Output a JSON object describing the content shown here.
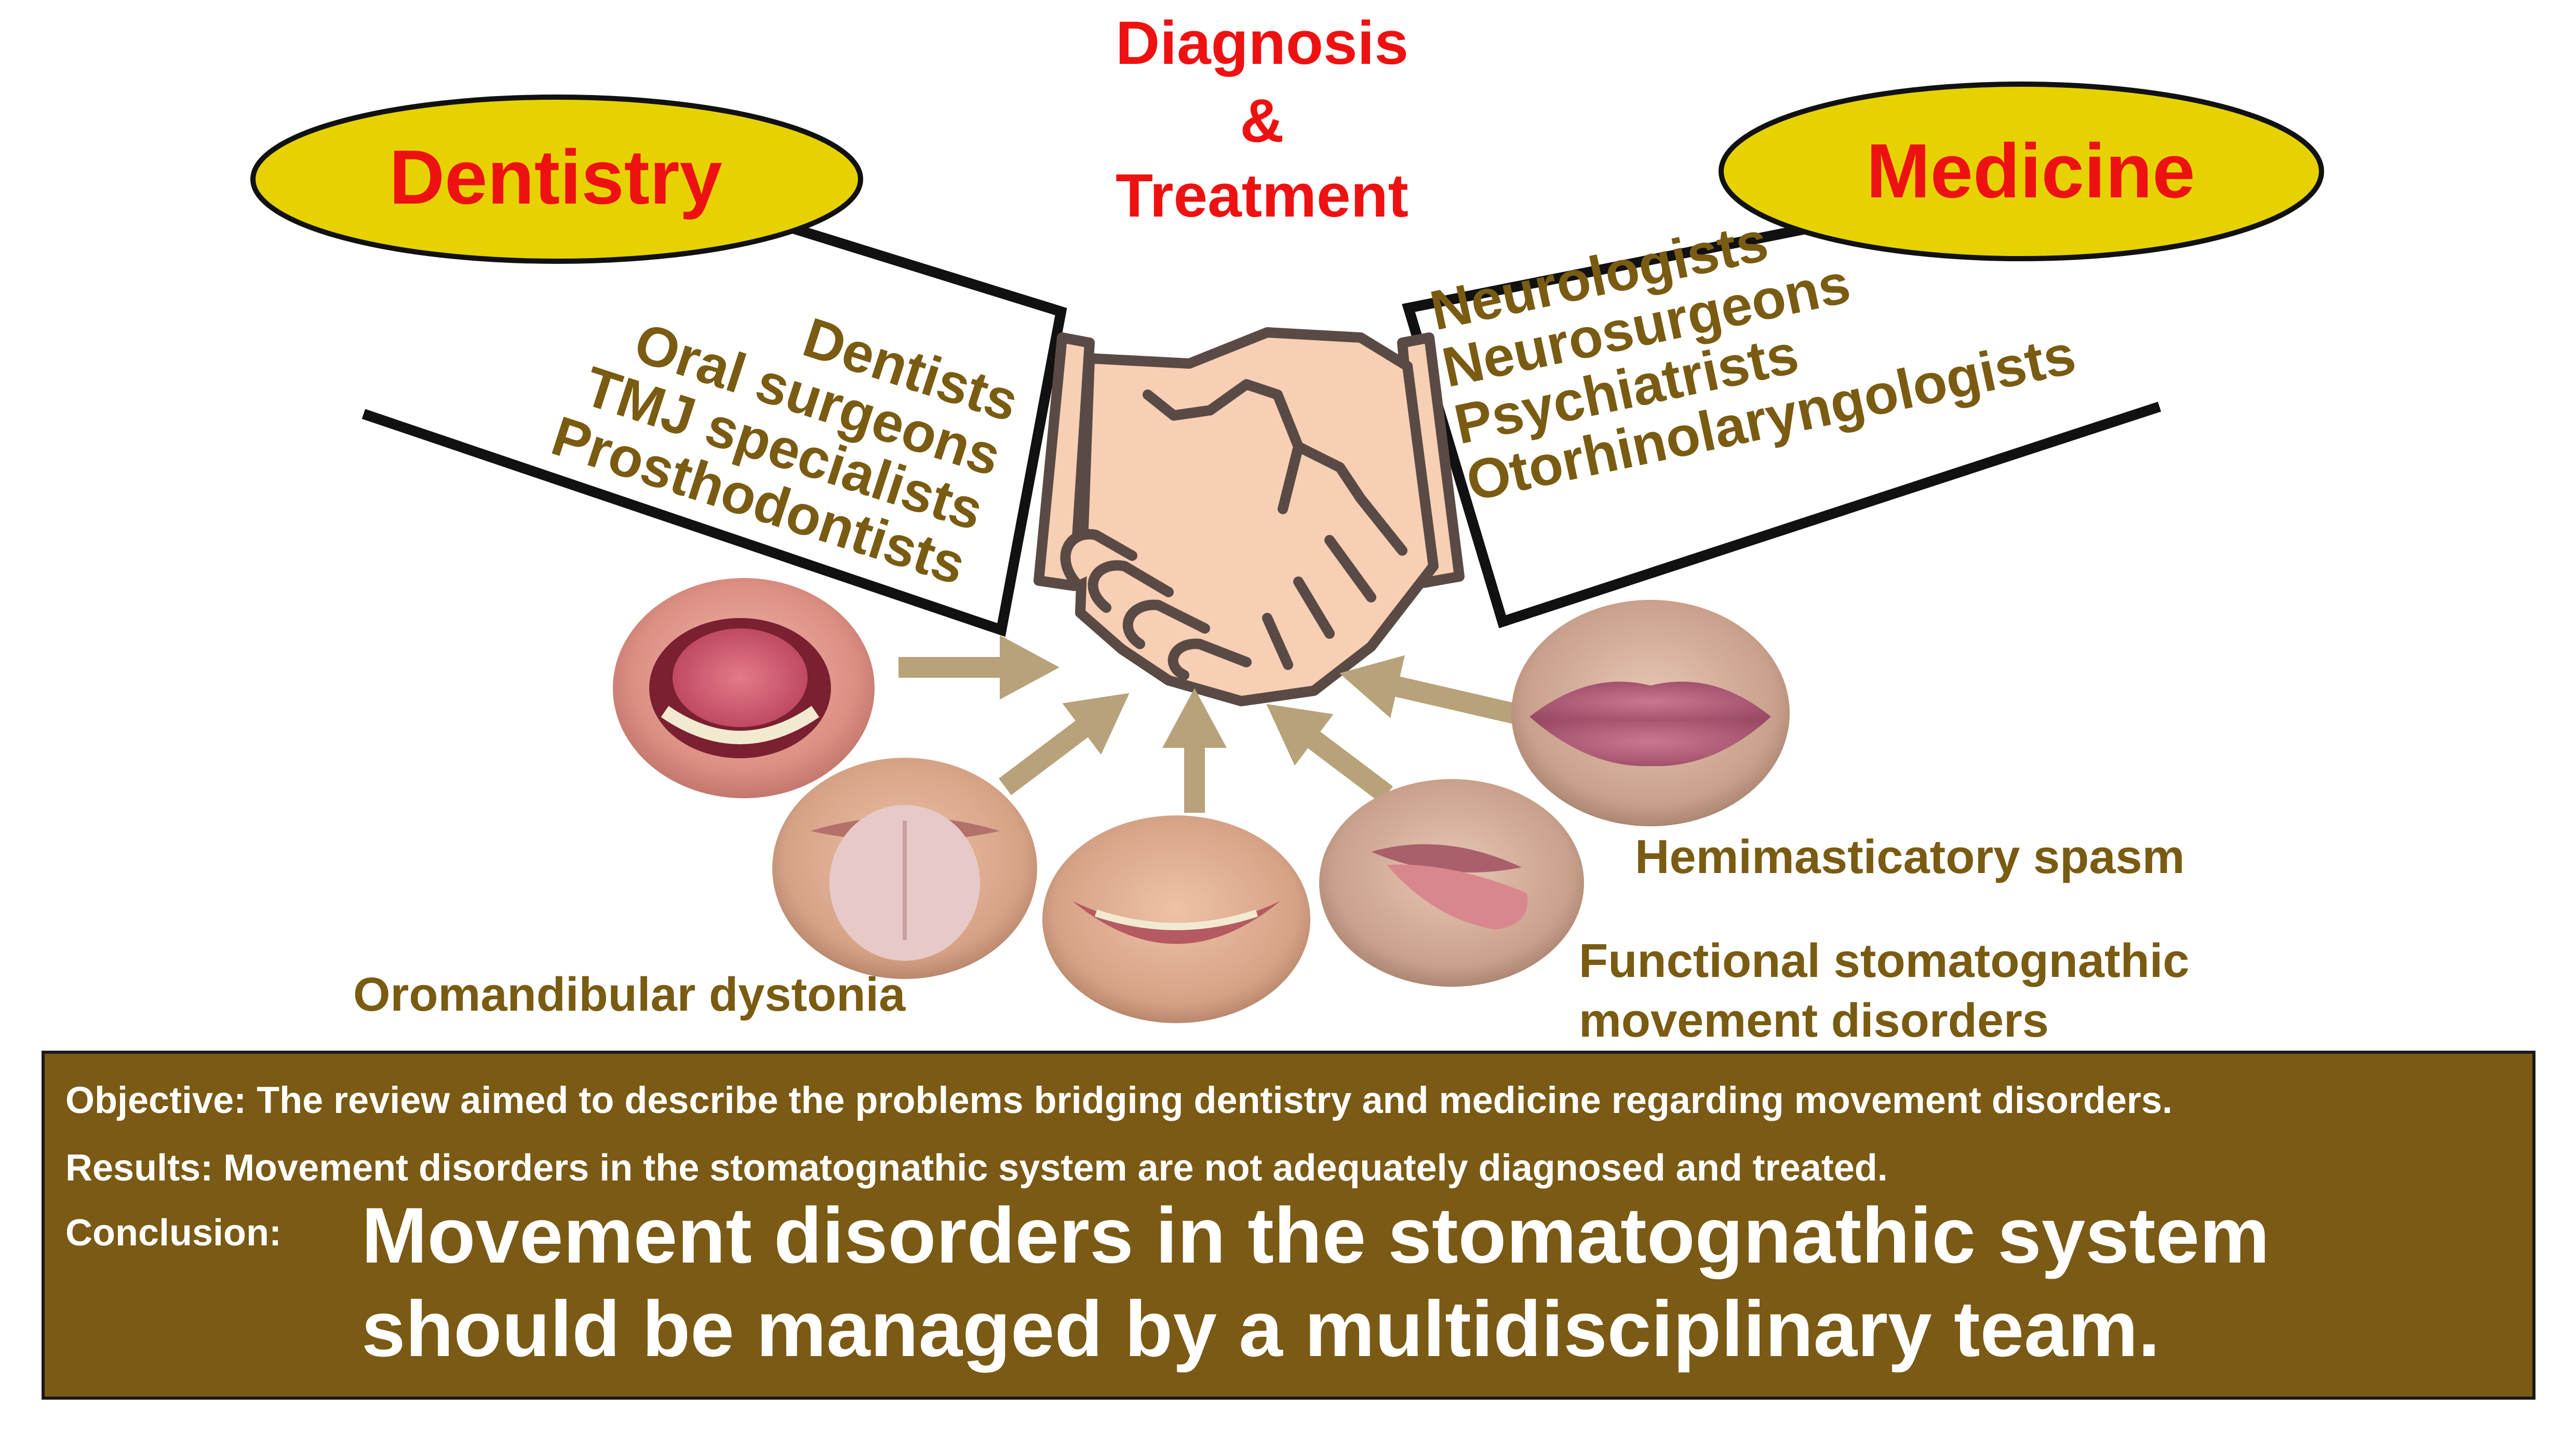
{
  "header": {
    "line1": "Diagnosis",
    "line2": "&",
    "line3": "Treatment"
  },
  "left_field": {
    "title": "Dentistry",
    "specialists": [
      "Dentists",
      "Oral surgeons",
      "TMJ specialists",
      "Prosthodontists"
    ]
  },
  "right_field": {
    "title": "Medicine",
    "specialists": [
      "Neurologists",
      "Neurosurgeons",
      "Psychiatrists",
      "Otorhinolaryngologists"
    ]
  },
  "disorders": {
    "oromandibular": "Oromandibular dystonia",
    "hemimasticatory": "Hemimasticatory spasm",
    "functional_line1": "Functional stomatognathic",
    "functional_line2": "movement disorders"
  },
  "summary": {
    "objective": "Objective: The review aimed to describe the problems bridging dentistry and medicine regarding movement disorders.",
    "results": "Results: Movement disorders in the stomatognathic system are not adequately diagnosed and treated.",
    "conclusion_label": "Conclusion:",
    "conclusion_line1": "Movement disorders in the stomatognathic system",
    "conclusion_line2": "should be managed by a multidisciplinary team."
  },
  "colors": {
    "ellipse_fill": "#e6d200",
    "title_red": "#ee1111",
    "specialist_brown": "#7a5b12",
    "arrow": "#b7a27a",
    "panel": "#7a5a14",
    "skin": "#f7cfb4"
  },
  "icons": [
    "handshake-icon"
  ]
}
